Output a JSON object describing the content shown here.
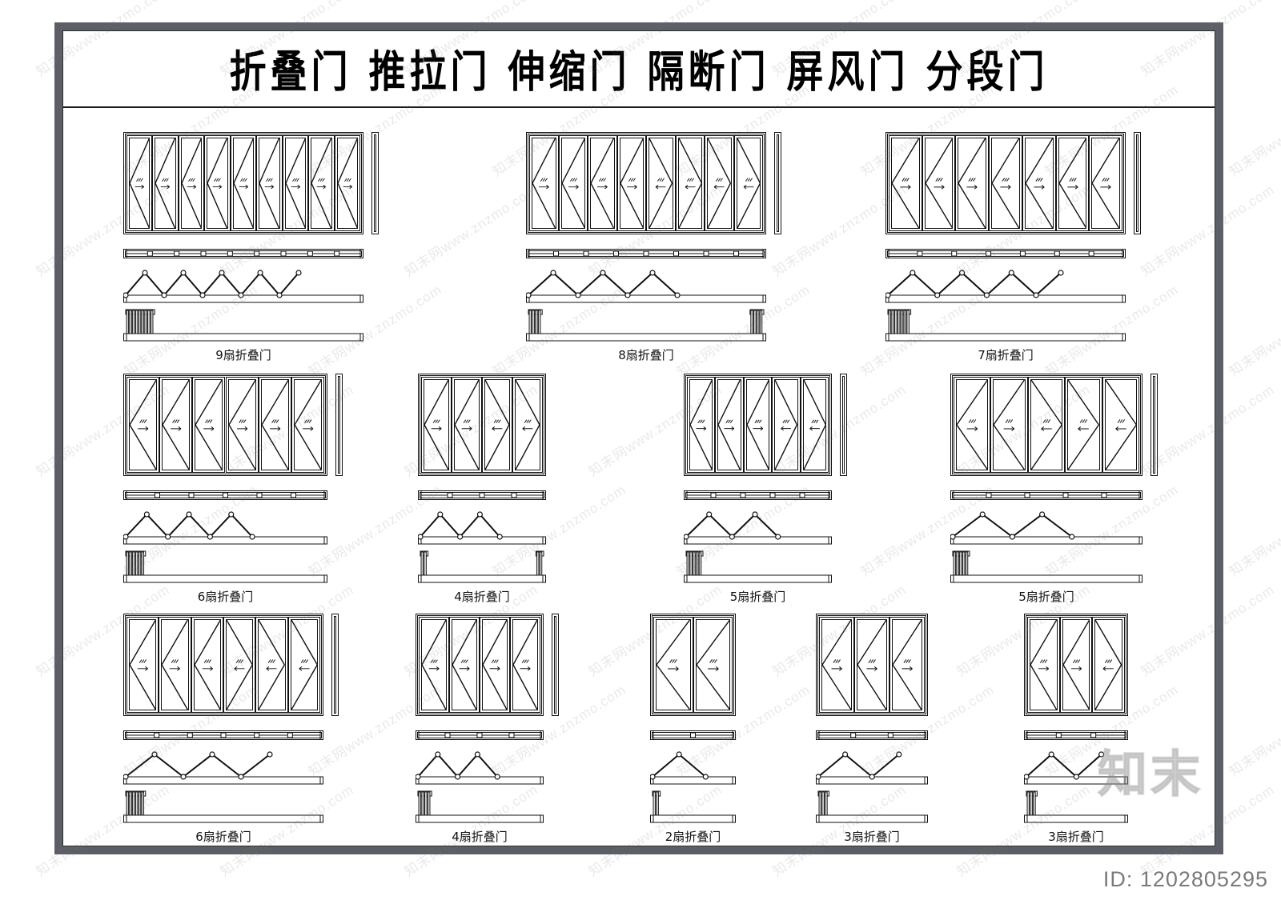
{
  "document": {
    "title": "折叠门 推拉门 伸缩门 隔断门 屏风门 分段门",
    "id_label": "ID: 1202805295",
    "watermark_logo": "知末",
    "watermark_text": "知末网www.znzmo.com",
    "frame_color": "#5c6066",
    "line_color": "#111111",
    "background": "#ffffff"
  },
  "rows": [
    {
      "cells": [
        {
          "label": "9扇折叠门",
          "panels": 9,
          "directions": [
            "L",
            "L",
            "L",
            "L",
            "L",
            "L",
            "L",
            "L",
            "L"
          ],
          "hinge_count": 8,
          "zig_peaks": 4,
          "zig_tail": "up",
          "stack_side": "left",
          "stack_count": 9,
          "jamb": "right"
        },
        {
          "label": "8扇折叠门",
          "panels": 8,
          "directions": [
            "L",
            "L",
            "L",
            "L",
            "R",
            "R",
            "R",
            "R"
          ],
          "hinge_count": 7,
          "zig_peaks": 3,
          "zig_tail": "none",
          "stack_side": "both",
          "stack_count": 8,
          "jamb": "right"
        },
        {
          "label": "7扇折叠门",
          "panels": 7,
          "directions": [
            "L",
            "L",
            "L",
            "L",
            "L",
            "L",
            "L"
          ],
          "hinge_count": 6,
          "zig_peaks": 3,
          "zig_tail": "up",
          "stack_side": "left",
          "stack_count": 7,
          "jamb": "right"
        }
      ]
    },
    {
      "cells": [
        {
          "label": "6扇折叠门",
          "panels": 6,
          "directions": [
            "L",
            "L",
            "L",
            "L",
            "L",
            "L"
          ],
          "hinge_count": 5,
          "zig_peaks": 3,
          "zig_tail": "none",
          "stack_side": "left",
          "stack_count": 6,
          "jamb": "right"
        },
        {
          "label": "4扇折叠门",
          "panels": 4,
          "directions": [
            "L",
            "L",
            "R",
            "R"
          ],
          "hinge_count": 3,
          "zig_peaks": 2,
          "zig_tail": "none",
          "stack_side": "both",
          "stack_count": 4,
          "jamb": "none"
        },
        {
          "label": "5扇折叠门",
          "panels": 5,
          "directions": [
            "L",
            "L",
            "L",
            "R",
            "R"
          ],
          "hinge_count": 4,
          "zig_peaks": 2,
          "zig_tail": "none",
          "stack_side": "left",
          "stack_count": 5,
          "jamb": "right"
        },
        {
          "label": "5扇折叠门",
          "panels": 5,
          "directions": [
            "L",
            "L",
            "R",
            "R",
            "R"
          ],
          "hinge_count": 4,
          "zig_peaks": 2,
          "zig_tail": "none",
          "stack_side": "left",
          "stack_count": 5,
          "jamb": "right"
        }
      ]
    },
    {
      "cells": [
        {
          "label": "6扇折叠门",
          "panels": 6,
          "directions": [
            "L",
            "L",
            "L",
            "R",
            "R",
            "R"
          ],
          "hinge_count": 5,
          "zig_peaks": 2,
          "zig_tail": "up",
          "stack_side": "left",
          "stack_count": 6,
          "jamb": "right"
        },
        {
          "label": "4扇折叠门",
          "panels": 4,
          "directions": [
            "L",
            "L",
            "L",
            "L"
          ],
          "hinge_count": 3,
          "zig_peaks": 2,
          "zig_tail": "none",
          "stack_side": "left",
          "stack_count": 4,
          "jamb": "right"
        },
        {
          "label": "2扇折叠门",
          "panels": 2,
          "directions": [
            "L",
            "L"
          ],
          "hinge_count": 1,
          "zig_peaks": 1,
          "zig_tail": "none",
          "stack_side": "left",
          "stack_count": 2,
          "jamb": "none"
        },
        {
          "label": "3扇折叠门",
          "panels": 3,
          "directions": [
            "L",
            "L",
            "L"
          ],
          "hinge_count": 2,
          "zig_peaks": 1,
          "zig_tail": "up",
          "stack_side": "left",
          "stack_count": 3,
          "jamb": "none"
        },
        {
          "label": "3扇折叠门",
          "panels": 3,
          "directions": [
            "L",
            "L",
            "R"
          ],
          "hinge_count": 2,
          "zig_peaks": 1,
          "zig_tail": "up",
          "stack_side": "left",
          "stack_count": 3,
          "jamb": "none"
        }
      ]
    }
  ]
}
